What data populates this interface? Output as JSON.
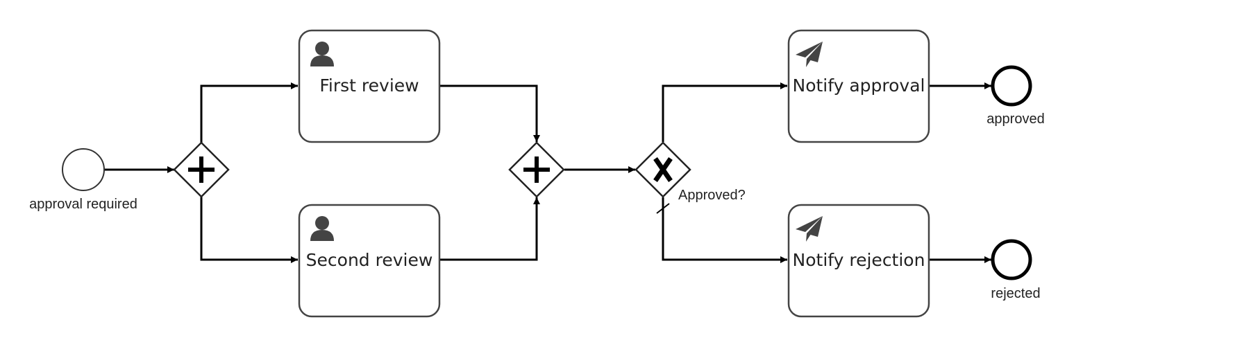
{
  "diagram": {
    "type": "BPMN process",
    "start_event": {
      "label": "approval required"
    },
    "split_gateway": {
      "kind": "parallel",
      "symbol": "+"
    },
    "tasks": [
      {
        "id": "first_review",
        "label": "First review",
        "type": "user-task",
        "icon": "user-icon"
      },
      {
        "id": "second_review",
        "label": "Second review",
        "type": "user-task",
        "icon": "user-icon"
      },
      {
        "id": "notify_approval",
        "label": "Notify approval",
        "type": "send-task",
        "icon": "paper-plane-icon"
      },
      {
        "id": "notify_rejection",
        "label": "Notify rejection",
        "type": "send-task",
        "icon": "paper-plane-icon"
      }
    ],
    "join_gateway": {
      "kind": "parallel",
      "symbol": "+"
    },
    "decision_gateway": {
      "kind": "exclusive",
      "symbol": "X",
      "label": "Approved?"
    },
    "end_events": [
      {
        "id": "approved",
        "label": "approved"
      },
      {
        "id": "rejected",
        "label": "rejected"
      }
    ],
    "flows": [
      {
        "from": "approval required",
        "to": "split_gateway"
      },
      {
        "from": "split_gateway",
        "to": "First review"
      },
      {
        "from": "split_gateway",
        "to": "Second review"
      },
      {
        "from": "First review",
        "to": "join_gateway"
      },
      {
        "from": "Second review",
        "to": "join_gateway"
      },
      {
        "from": "join_gateway",
        "to": "decision_gateway"
      },
      {
        "from": "decision_gateway",
        "to": "Notify approval"
      },
      {
        "from": "decision_gateway",
        "to": "Notify rejection",
        "default": true
      },
      {
        "from": "Notify approval",
        "to": "approved"
      },
      {
        "from": "Notify rejection",
        "to": "rejected"
      }
    ]
  }
}
